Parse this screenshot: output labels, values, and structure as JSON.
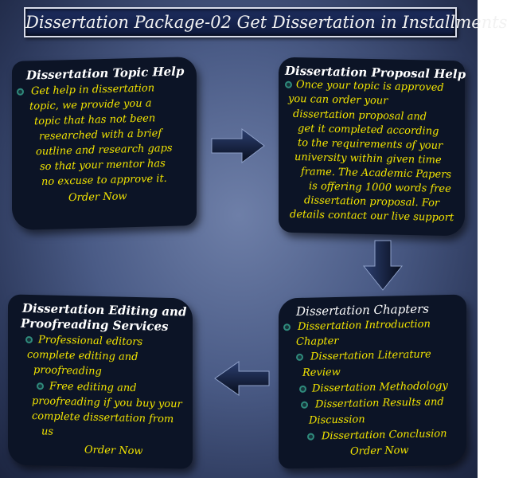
{
  "title": "Dissertation Package-02 Get Dissertation in Installments",
  "topic_help": {
    "title": "Dissertation Topic Help",
    "lines": [
      "Get help in dissertation",
      "topic, we provide you a",
      "topic that has not been",
      "researched with a brief",
      "outline and research gaps",
      "so that your mentor has",
      "no excuse to approve it.",
      "Order Now"
    ]
  },
  "proposal_help": {
    "title": "Dissertation Proposal Help",
    "lines": [
      "Once your topic is approved",
      "you can order your",
      "dissertation proposal and",
      "get it completed according",
      "to the requirements of your",
      "university within given time",
      "frame. The Academic Papers",
      "is offering 1000 words free",
      "dissertation proposal. For",
      "details contact our live support"
    ]
  },
  "chapters": {
    "title": "Dissertation Chapters",
    "lines": [
      "Dissertation Introduction",
      "Chapter",
      "Dissertation Literature",
      "Review",
      "Dissertation Methodology",
      "Dissertation Results and",
      "Discussion",
      "Dissertation Conclusion",
      "Order Now"
    ]
  },
  "editing": {
    "title_line1": "Dissertation Editing and",
    "title_line2": "Proofreading Services",
    "lines": [
      "Professional editors",
      "complete editing and",
      "proofreading",
      "Free editing and",
      "proofreading if you buy your",
      "complete dissertation from",
      "us",
      "Order Now"
    ]
  },
  "colors": {
    "background": "#4a5b86",
    "card": "#0c1426",
    "title_text": "#ffffff",
    "body_text": "#f2e400",
    "bullet": "#2f8a7c"
  },
  "icons": [
    "circle-bullet-icon",
    "arrow-right-icon",
    "arrow-down-icon",
    "arrow-left-icon"
  ]
}
